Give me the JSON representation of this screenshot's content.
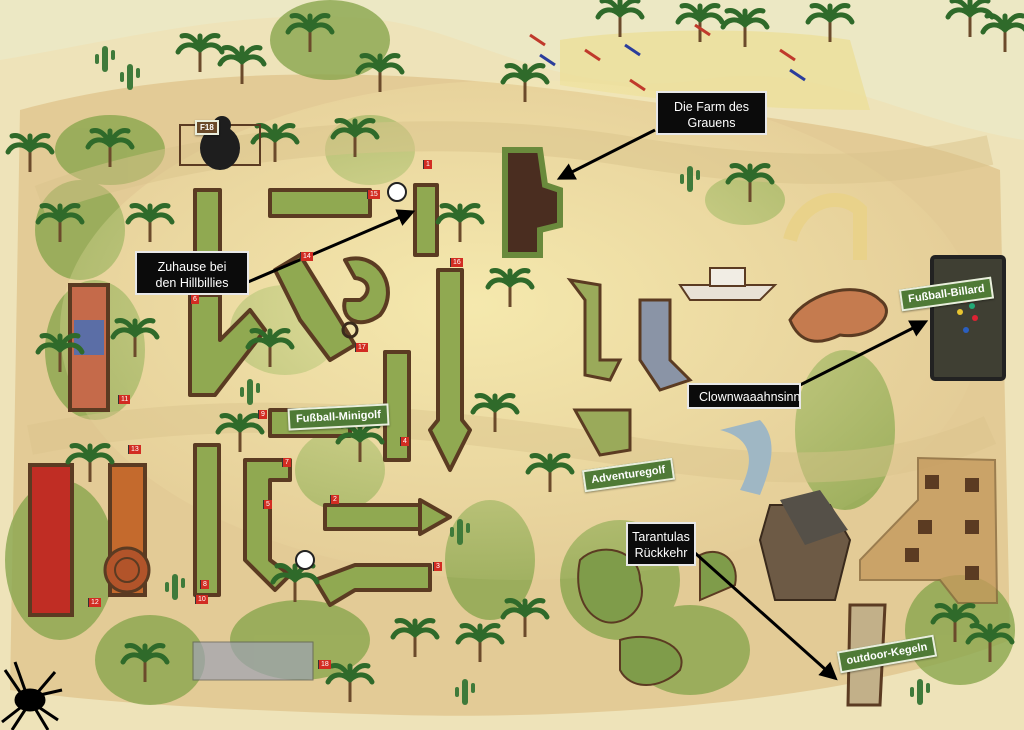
{
  "map": {
    "callouts": {
      "farm": "Die Farm des Grauens",
      "hillbillies": "Zuhause bei den Hillbillies",
      "clown": "Clownwaaahnsinn",
      "tarantula": "Tarantulas Rückkehr"
    },
    "signs": {
      "fussball_minigolf": "Fußball-Minigolf",
      "adventuregolf": "Adventuregolf",
      "fussball_billard": "Fußball-Billard",
      "outdoor_kegeln": "outdoor-Kegeln"
    },
    "flags": [
      "1",
      "2",
      "3",
      "4",
      "5",
      "6",
      "7",
      "8",
      "9",
      "10",
      "11",
      "12",
      "13",
      "14",
      "15",
      "16",
      "17",
      "18"
    ],
    "gorilla_sign": "F18",
    "colors": {
      "sand": "#e6d7a3",
      "grass": "#7d9a4a",
      "lane": "#8fa64f",
      "lane_border": "#5b3b22",
      "water": "#9fb7c4",
      "sign_green": "#4f7a36",
      "callout_bg": "#0b0b0b"
    }
  }
}
